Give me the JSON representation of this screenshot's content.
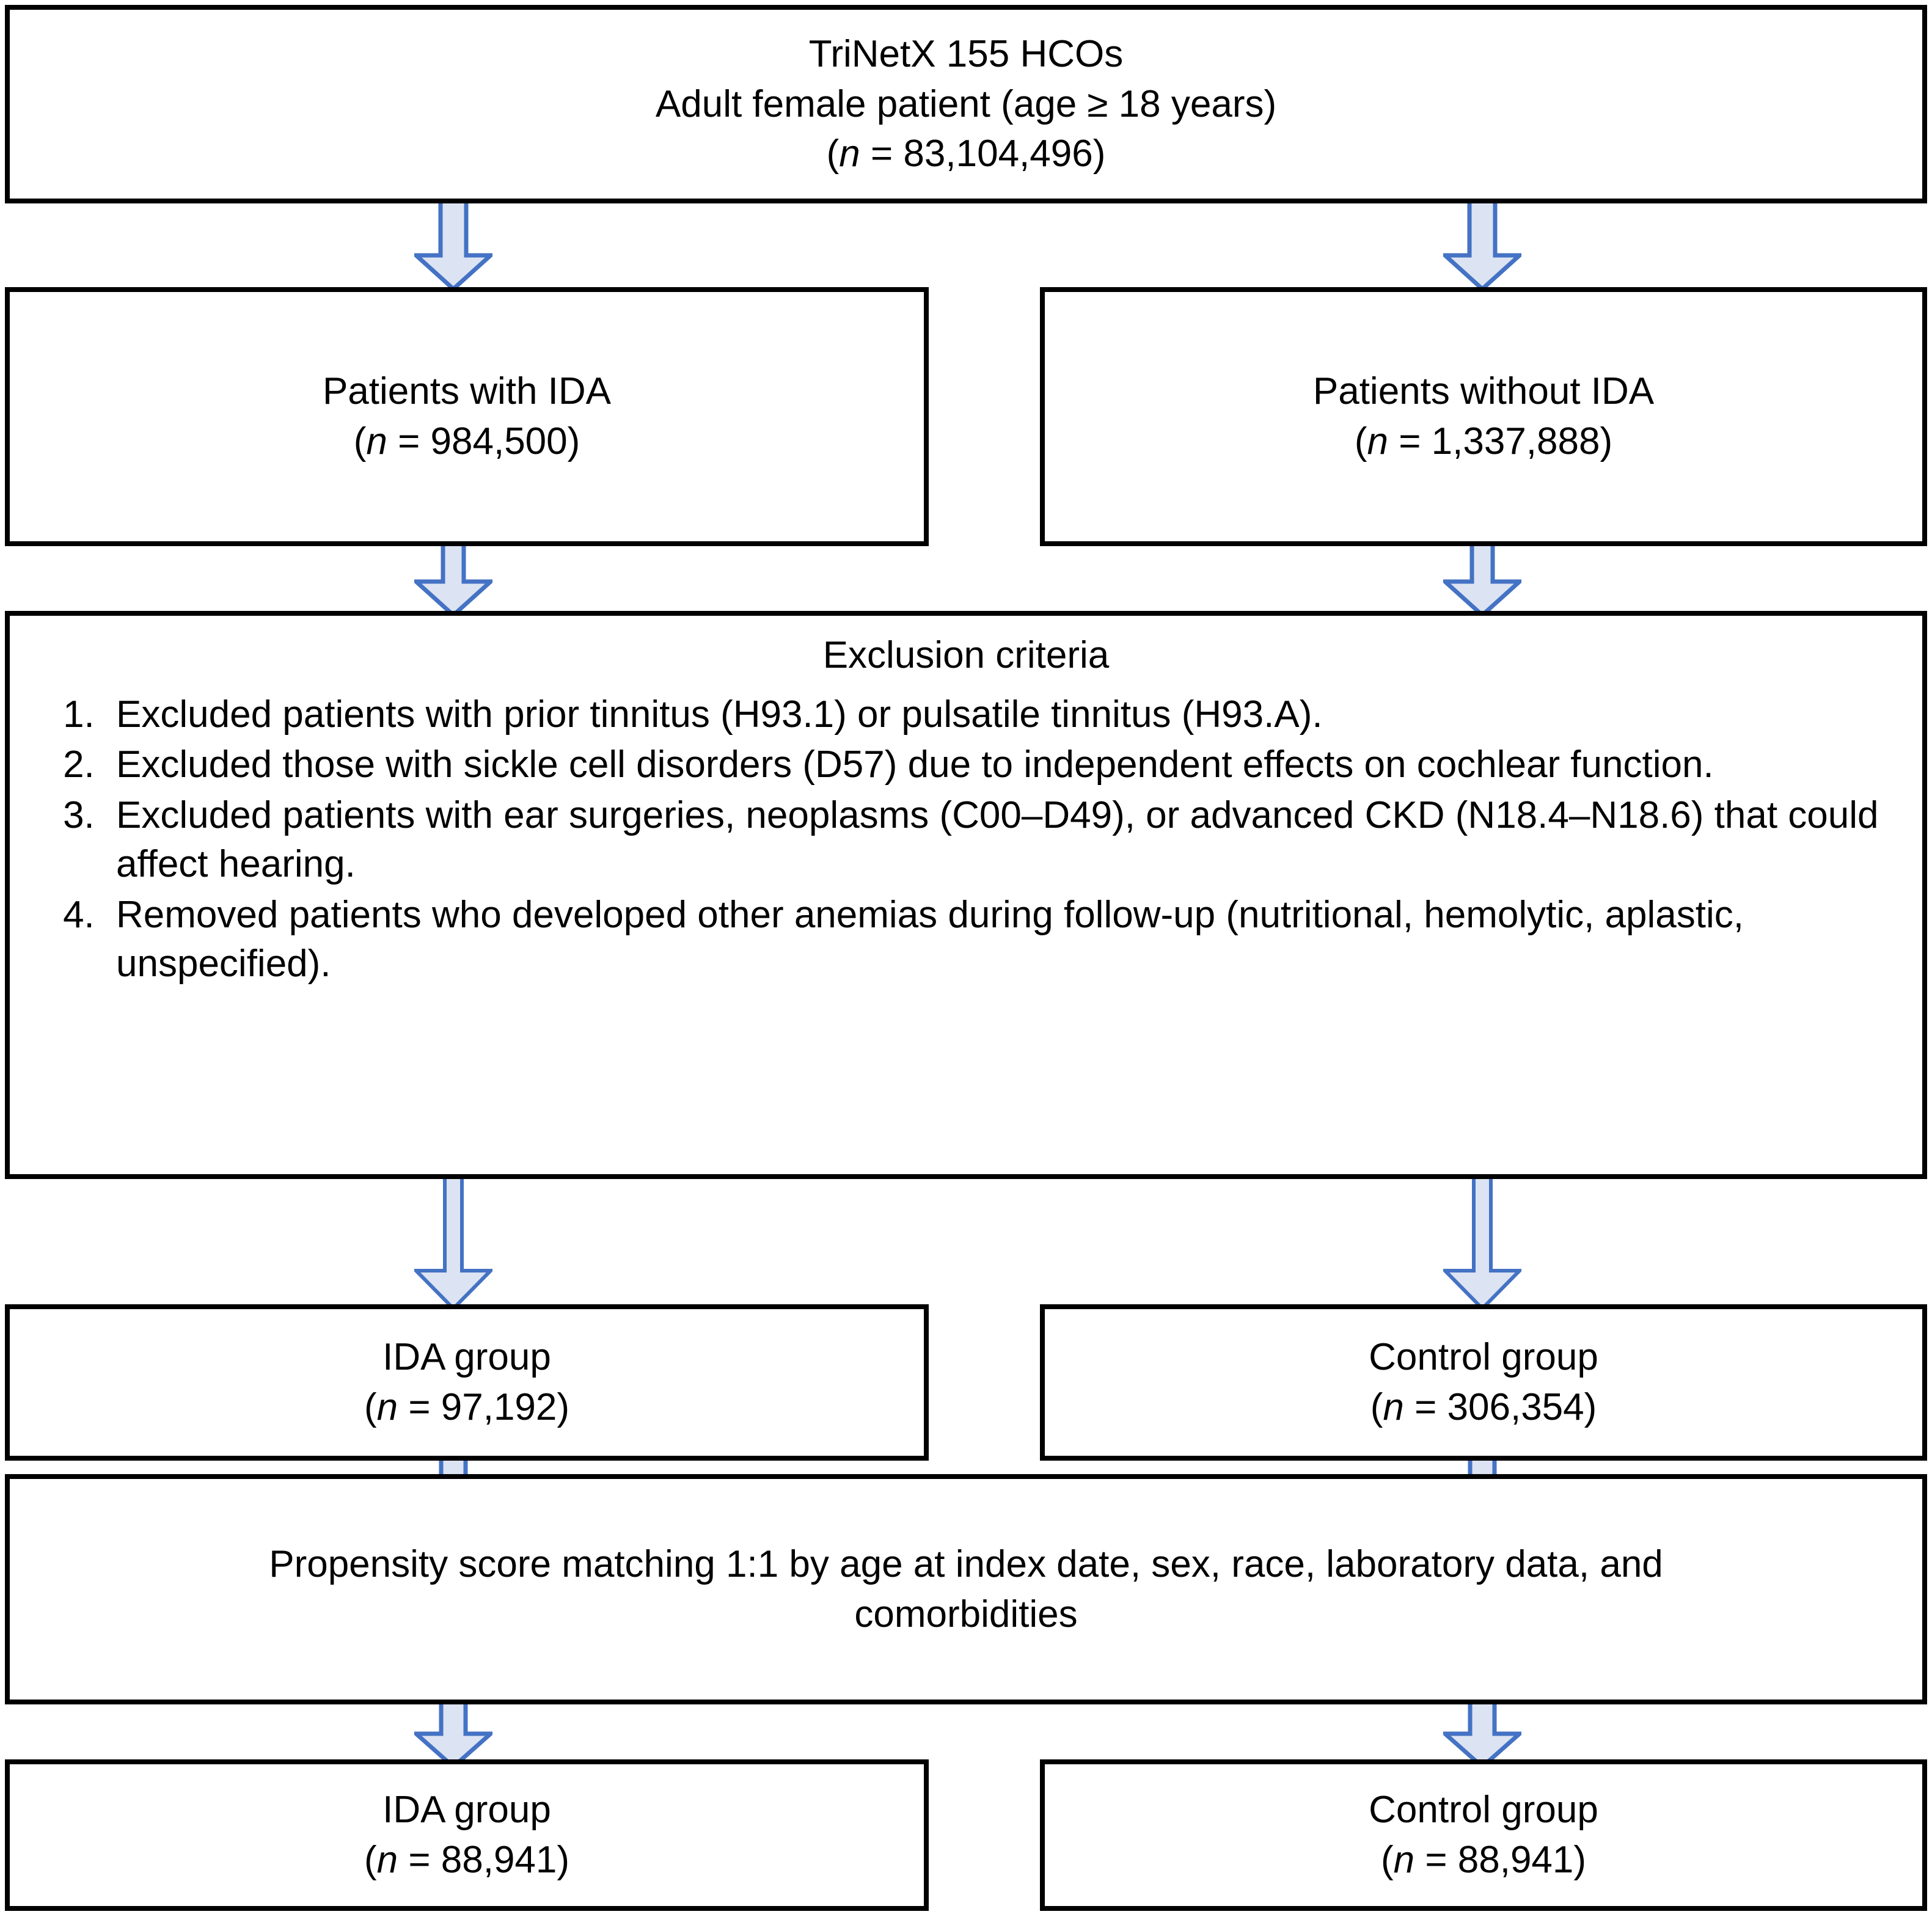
{
  "figure": {
    "type": "flowchart",
    "title": "Study population selection flowchart",
    "colors": {
      "box_border": "#000000",
      "box_fill": "#ffffff",
      "arrow_fill": "#DCE3F2",
      "arrow_border": "#4472C4",
      "text": "#000000"
    }
  },
  "nodes": {
    "source": {
      "line1": "TriNetX 155 HCOs",
      "line2": "Adult female patient (age ≥ 18 years)",
      "n_prefix": "(",
      "n_italic": "n",
      "n_suffix": " = 83,104,496)"
    },
    "ida_initial": {
      "line1": "Patients with IDA",
      "n_prefix": "(",
      "n_italic": "n",
      "n_suffix": " = 984,500)"
    },
    "no_ida_initial": {
      "line1": "Patients without IDA",
      "n_prefix": "(",
      "n_italic": "n",
      "n_suffix": " = 1,337,888)"
    },
    "exclusion": {
      "title": "Exclusion criteria",
      "items": [
        "Excluded patients with prior tinnitus (H93.1) or pulsatile tinnitus (H93.A).",
        "Excluded those with sickle cell disorders (D57) due to independent effects on cochlear function.",
        "Excluded patients with ear surgeries, neoplasms (C00–D49), or advanced CKD (N18.4–N18.6) that could affect hearing.",
        "Removed patients who developed other anemias during follow-up (nutritional, hemolytic, aplastic, unspecified)."
      ]
    },
    "ida_group_pre": {
      "line1": "IDA group",
      "n_prefix": "(",
      "n_italic": "n",
      "n_suffix": " = 97,192)"
    },
    "control_group_pre": {
      "line1": "Control group",
      "n_prefix": "(",
      "n_italic": "n",
      "n_suffix": " = 306,354)"
    },
    "matching": {
      "line1": "Propensity score matching 1:1 by age at index date, sex, race, laboratory data, and",
      "line2": "comorbidities"
    },
    "ida_group_post": {
      "line1": "IDA group",
      "n_prefix": "(",
      "n_italic": "n",
      "n_suffix": " = 88,941)"
    },
    "control_group_post": {
      "line1": "Control group",
      "n_prefix": "(",
      "n_italic": "n",
      "n_suffix": " = 88,941)"
    }
  },
  "arrows": [
    {
      "id": "source-to-ida",
      "direction": "down"
    },
    {
      "id": "source-to-no-ida",
      "direction": "down"
    },
    {
      "id": "ida-to-exclusion",
      "direction": "down"
    },
    {
      "id": "no-ida-to-exclusion",
      "direction": "down"
    },
    {
      "id": "exclusion-to-ida-group",
      "direction": "down"
    },
    {
      "id": "exclusion-to-control-group",
      "direction": "down"
    },
    {
      "id": "ida-group-to-matching",
      "direction": "down"
    },
    {
      "id": "control-group-to-matching",
      "direction": "down"
    },
    {
      "id": "matching-to-ida-group-post",
      "direction": "down"
    },
    {
      "id": "matching-to-control-group-post",
      "direction": "down"
    }
  ]
}
